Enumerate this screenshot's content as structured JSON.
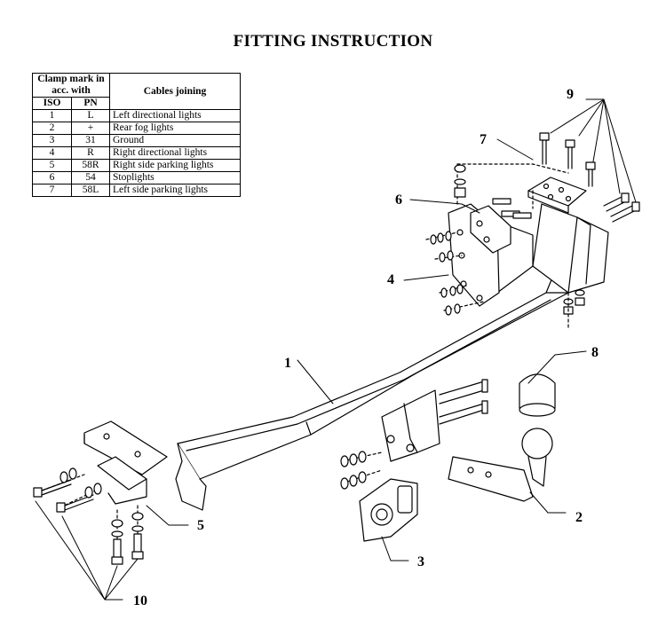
{
  "title": "FITTING INSTRUCTION",
  "table": {
    "header_group": "Clamp mark in acc. with",
    "col_iso": "ISO",
    "col_pn": "PN",
    "col_cables": "Cables joining",
    "rows": [
      {
        "iso": "1",
        "pn": "L",
        "cable": "Left directional lights"
      },
      {
        "iso": "2",
        "pn": "+",
        "cable": "Rear fog lights"
      },
      {
        "iso": "3",
        "pn": "31",
        "cable": "Ground"
      },
      {
        "iso": "4",
        "pn": "R",
        "cable": "Right directional lights"
      },
      {
        "iso": "5",
        "pn": "58R",
        "cable": "Right side parking lights"
      },
      {
        "iso": "6",
        "pn": "54",
        "cable": "Stoplights"
      },
      {
        "iso": "7",
        "pn": "58L",
        "cable": "Left side parking lights"
      }
    ]
  },
  "callouts": {
    "c1": "1",
    "c2": "2",
    "c3": "3",
    "c4": "4",
    "c5": "5",
    "c6": "6",
    "c7": "7",
    "c8": "8",
    "c9": "9",
    "c10": "10"
  }
}
